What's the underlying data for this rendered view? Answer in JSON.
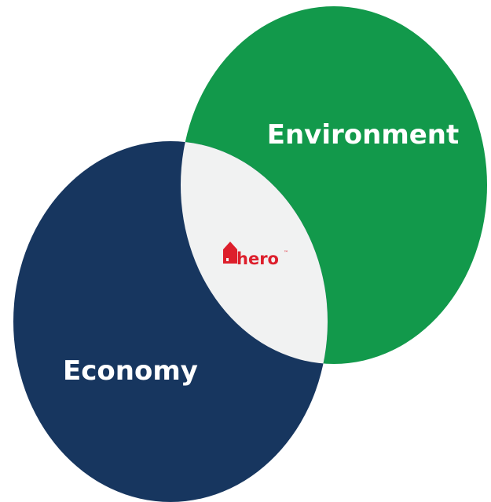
{
  "diagram": {
    "type": "venn",
    "circles": [
      {
        "label": "Environment",
        "color": "#12994b"
      },
      {
        "label": "Economy",
        "color": "#17365f"
      }
    ],
    "intersection": {
      "color": "#f1f2f2",
      "logo": {
        "name": "hero",
        "trademark": "™",
        "color": "#dd1f2c",
        "icon": "house-icon"
      }
    }
  }
}
